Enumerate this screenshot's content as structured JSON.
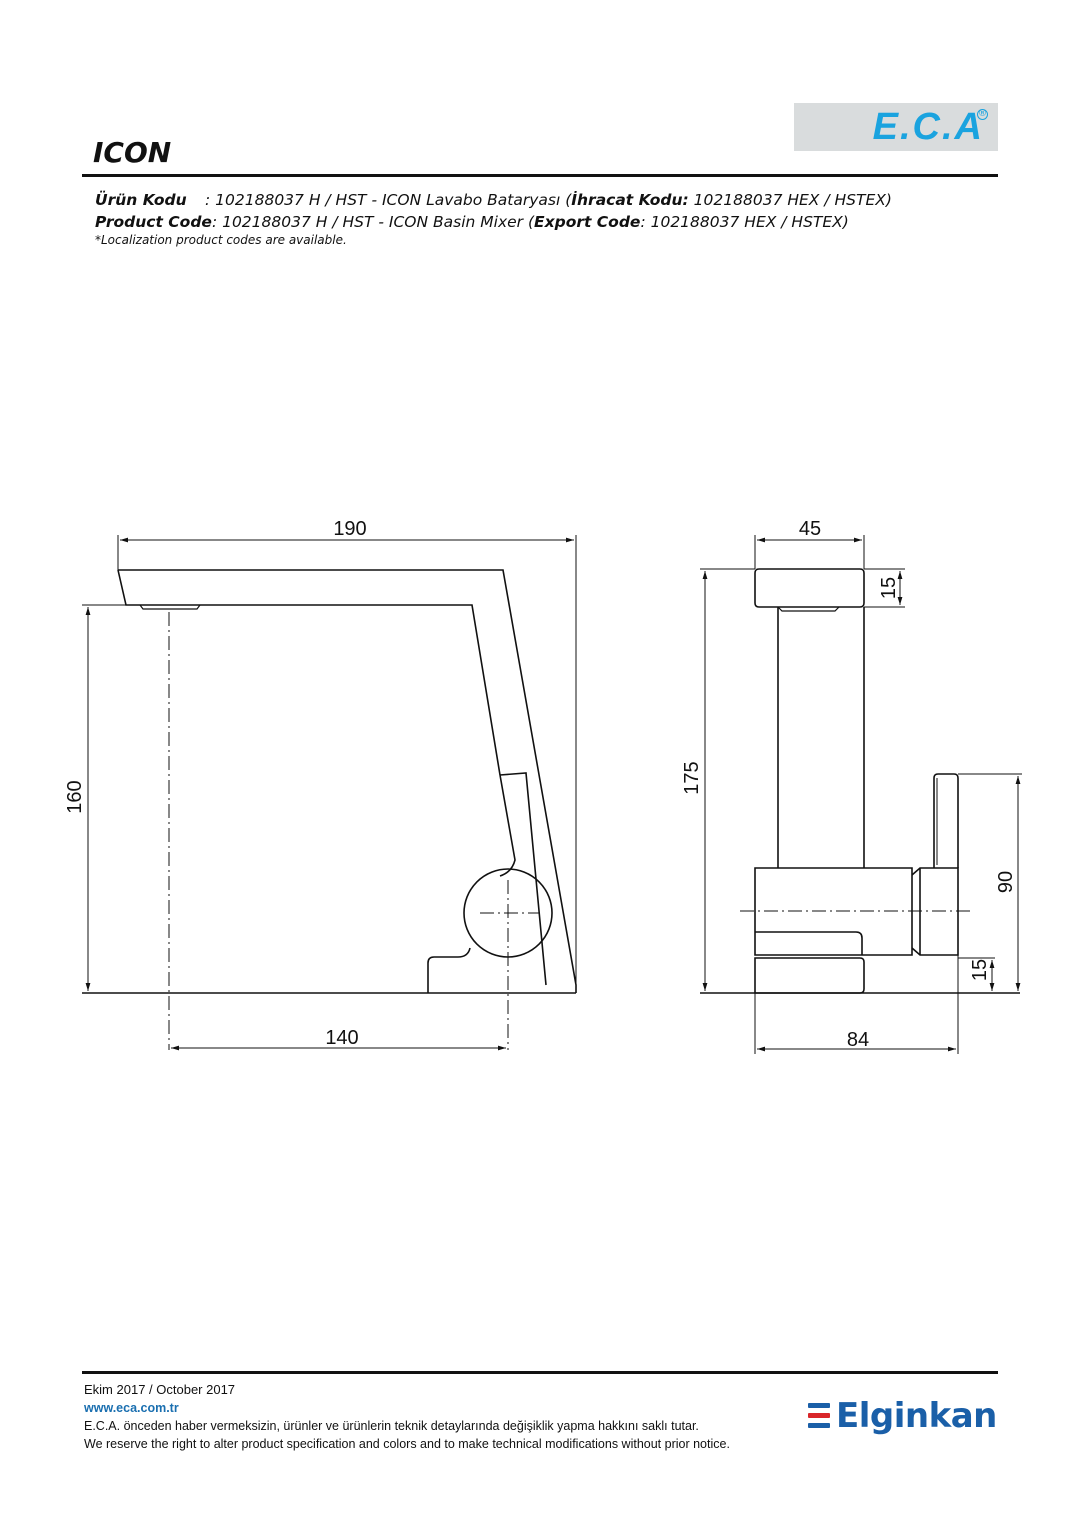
{
  "header": {
    "brand_logo": "E.C.A",
    "brand_registered": "®",
    "title": "ICON"
  },
  "codes": {
    "tr_label": "Ürün Kodu",
    "tr_value_prefix": ": 102188037 H / HST - ICON Lavabo Bataryası (",
    "tr_export_label": "İhracat Kodu:",
    "tr_export_value": " 102188037 HEX / HSTEX)",
    "en_label": "Product Code",
    "en_value_prefix": ": 102188037 H / HST - ICON Basin Mixer (",
    "en_export_label": "Export Code",
    "en_export_value": ": 102188037 HEX / HSTEX)",
    "note": "*Localization product codes are available."
  },
  "dimensions": {
    "front_width": "190",
    "front_height": "160",
    "front_spout_reach": "140",
    "side_width": "45",
    "side_top_thickness": "15",
    "side_height": "175",
    "side_handle_height": "90",
    "side_base_thickness": "15",
    "side_depth": "84"
  },
  "footer": {
    "date": "Ekim 2017 / October 2017",
    "url": "www.eca.com.tr",
    "disclaimer_tr": "E.C.A. önceden haber vermeksizin, ürünler ve ürünlerin teknik detaylarında değişiklik yapma hakkını saklı tutar.",
    "disclaimer_en": "We reserve the right to alter product specification and colors and to make technical modifications without prior notice.",
    "partner_logo": "Elginkan"
  },
  "colors": {
    "eca_blue": "#1aa3df",
    "elginkan_blue": "#1a5fa8",
    "elginkan_red": "#d9262a"
  }
}
